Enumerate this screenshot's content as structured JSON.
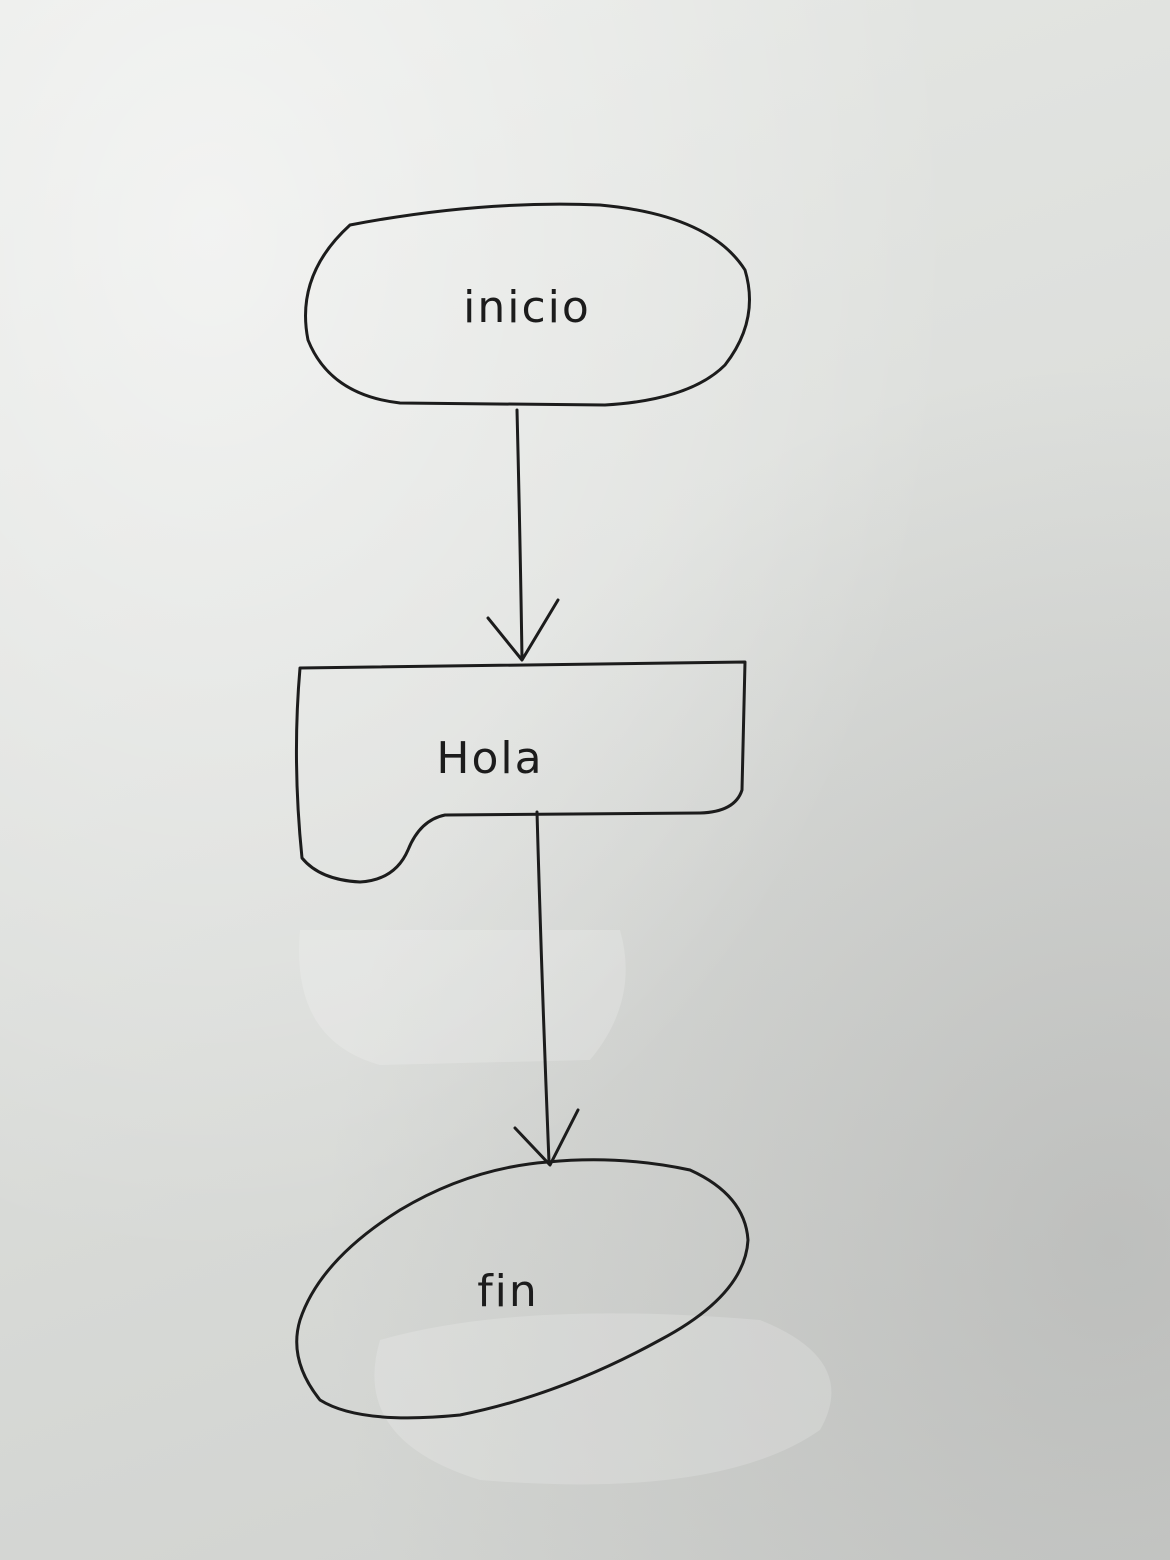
{
  "diagram": {
    "start_node": {
      "label": "inicio"
    },
    "output_node": {
      "label": "Hola"
    },
    "end_node": {
      "label": "fin"
    }
  }
}
